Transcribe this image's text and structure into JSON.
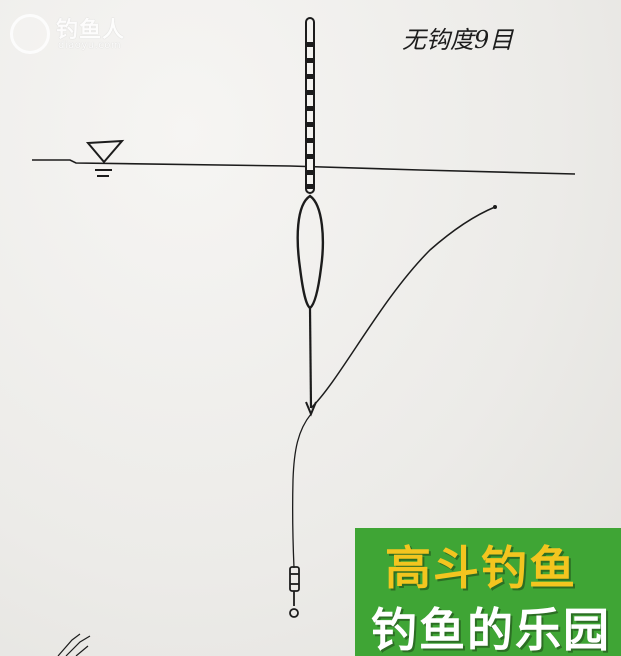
{
  "diagram": {
    "title": "无钩度9目",
    "water_symbol": "▽"
  },
  "watermark": {
    "brand": "钓鱼人",
    "domain": "diaoyu.com",
    "icon": "fish-logo-icon"
  },
  "banner": {
    "line1": "高斗钓鱼",
    "line2": "钓鱼的乐园",
    "bg_color": "#3fa535",
    "line1_color": "#f3c51f",
    "line2_color": "#ffffff"
  },
  "colors": {
    "ink": "#1c1c1c",
    "paper": "#eeecea"
  }
}
